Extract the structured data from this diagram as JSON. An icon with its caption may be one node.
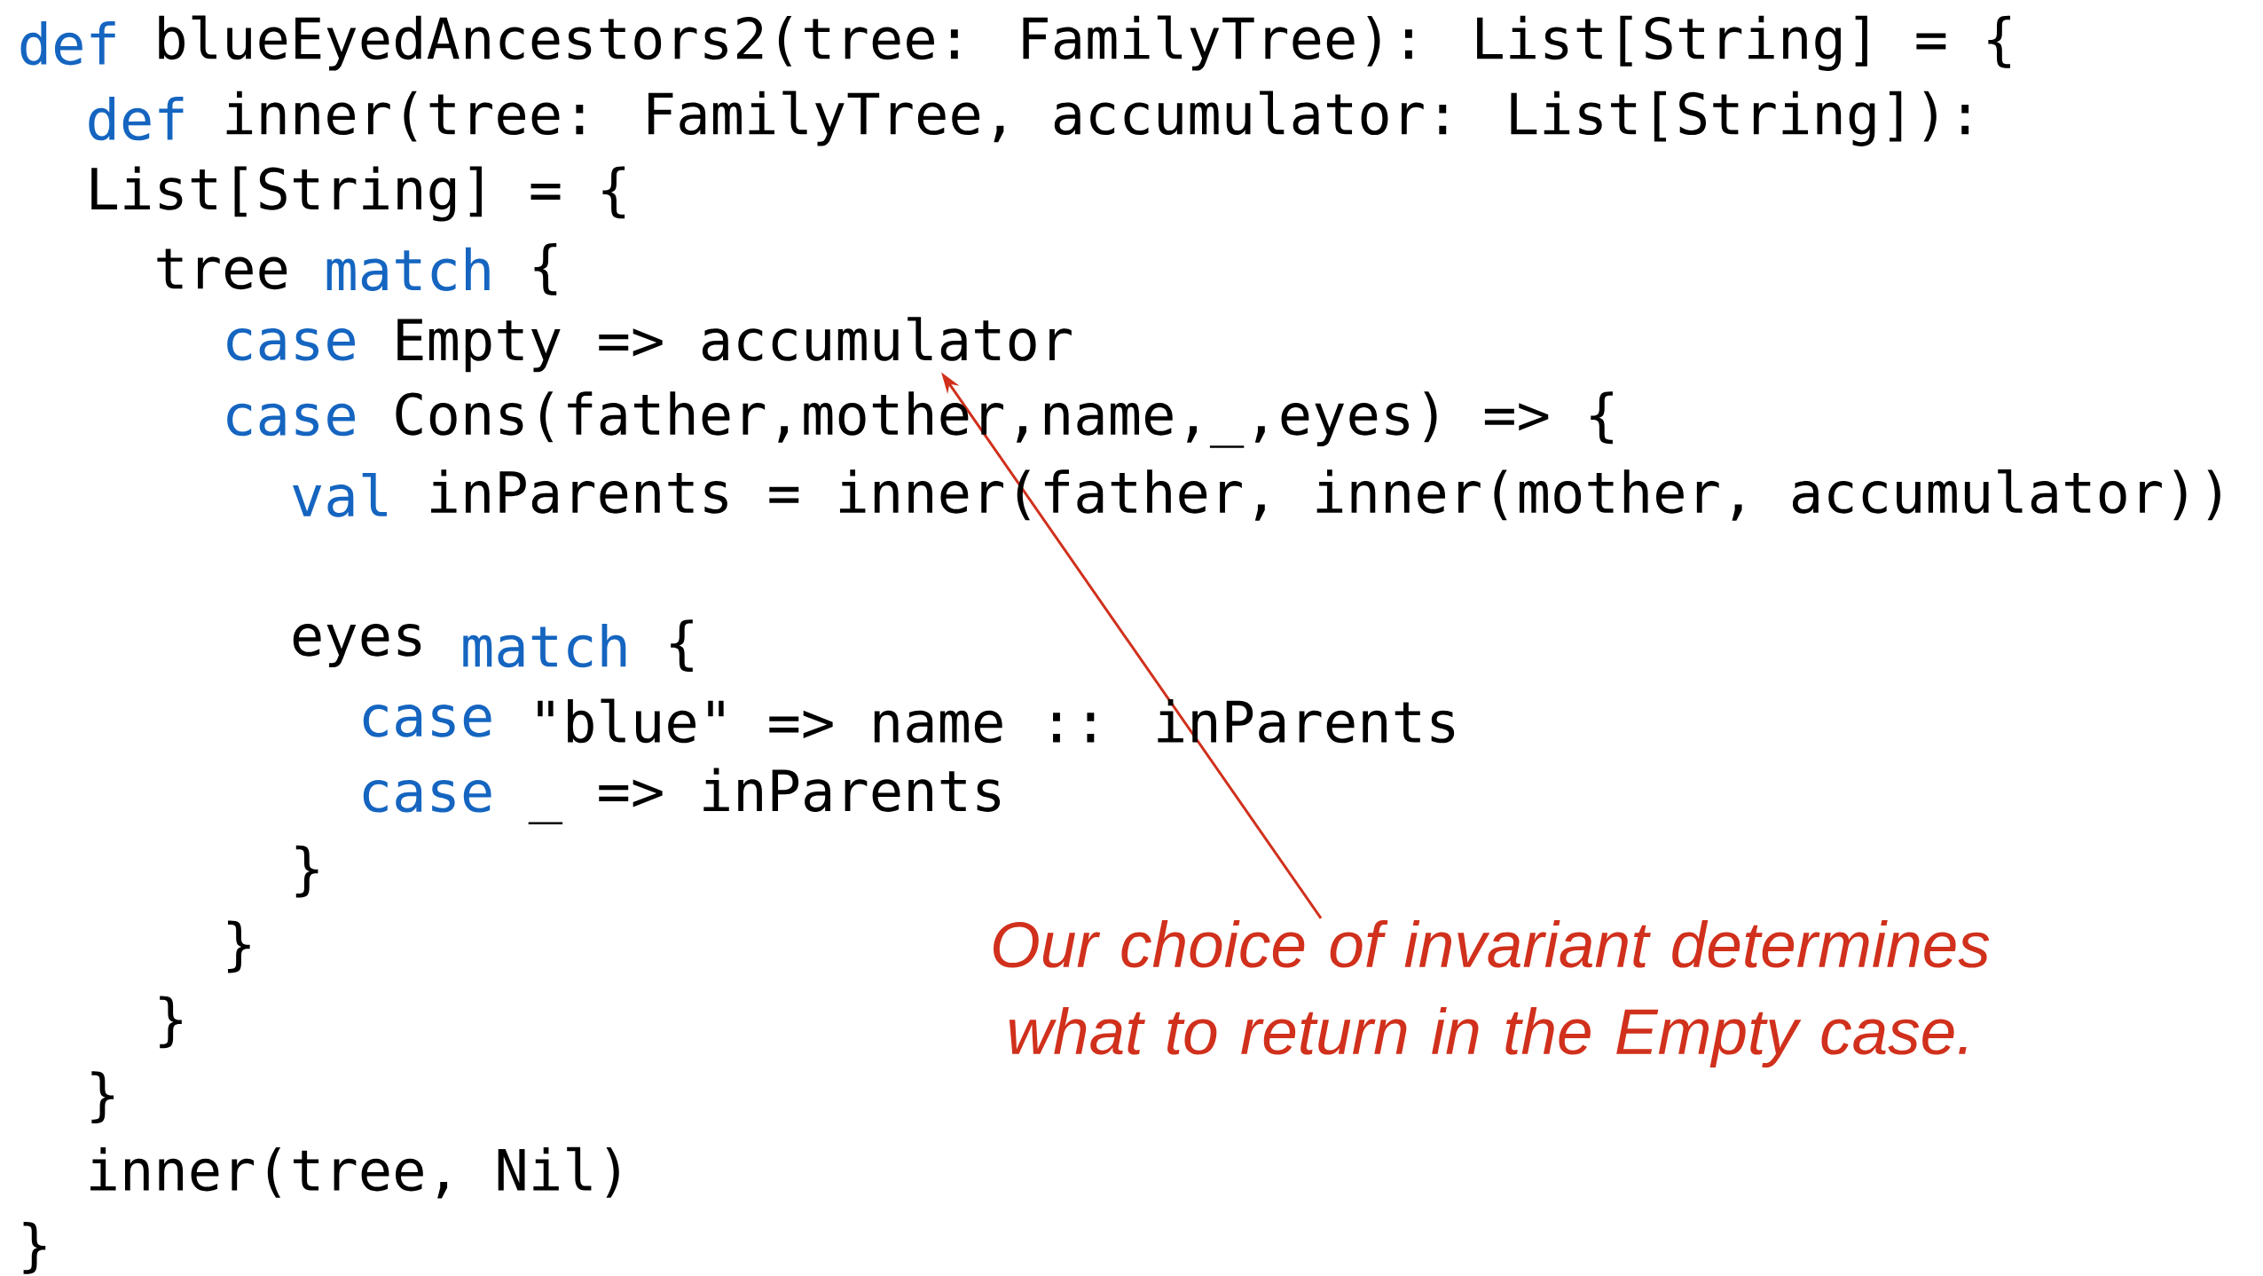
{
  "diagram": {
    "nodes": [
      {
        "text": [
          "*Our choice of invariant determines what to return in the Empty case.*"
        ]
      },
      {
        "text": [
          "Empty => accumulator"
        ]
      }
    ],
    "edges": [
      {
        "from": 0,
        "to": 1,
        "arrow": "to",
        "color": "#d0301c"
      }
    ],
    "labels": [
      "def",
      "blueEyedAncestors2(tree: FamilyTree): List[String] = {",
      "def",
      "inner(tree: FamilyTree, accumulator: List[String]):",
      "List[String] = {",
      "tree",
      "match",
      "{",
      "case",
      "case",
      "Cons(father,mother,name,_,eyes) => {",
      "val",
      "inParents = inner(father, inner(mother, accumulator))",
      "eyes",
      "match",
      "{",
      "case",
      "\"blue\" => name :: inParents",
      "case",
      "_ => inParents",
      "}",
      "}",
      "}",
      "}",
      "inner(tree, Nil)",
      "}"
    ]
  }
}
